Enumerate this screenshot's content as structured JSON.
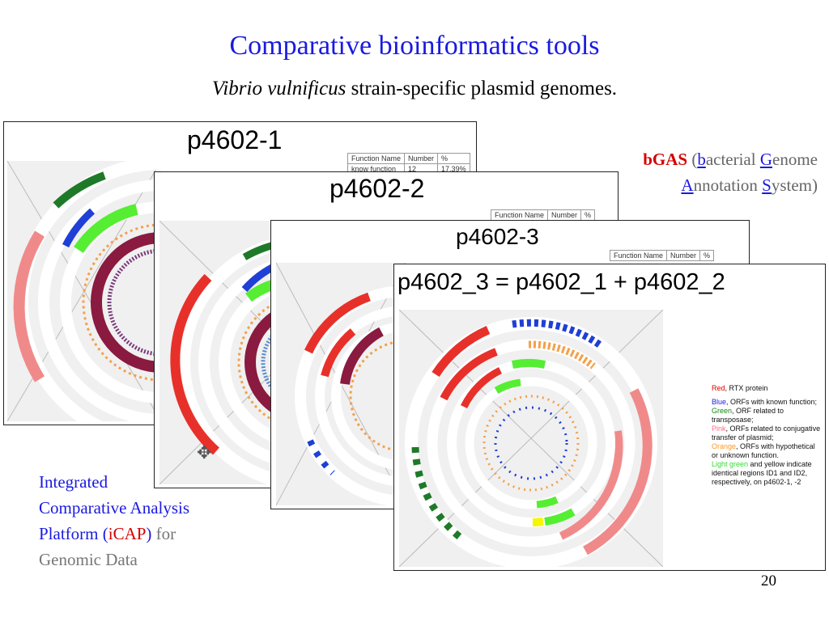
{
  "title": "Comparative bioinformatics tools",
  "subtitle": {
    "species": "Vibrio vulnificus",
    "rest": " strain-specific plasmid genomes."
  },
  "bgas": {
    "abbr": "bGAS",
    "open_paren": " (",
    "b": "b",
    "acterial": "acterial ",
    "g": "G",
    "enome": "enome",
    "a": "A",
    "nnotation": "nnotation ",
    "s": "S",
    "ystem": "ystem)"
  },
  "icap": {
    "line1": "Integrated",
    "line2": "Comparative Analysis",
    "line3_a": "Platform (",
    "line3_abbr": "iCAP",
    "line3_b": ")",
    "line3_c": " for",
    "line4": "Genomic Data"
  },
  "panels": [
    {
      "title": "p4602-1",
      "table": {
        "headers": [
          "Function Name",
          "Number",
          "%"
        ],
        "rows": [
          [
            "know function",
            "12",
            "17.39%"
          ]
        ]
      }
    },
    {
      "title": "p4602-2",
      "table": {
        "headers": [
          "Function Name",
          "Number",
          "%"
        ]
      }
    },
    {
      "title": "p4602-3",
      "table": {
        "headers": [
          "Function Name",
          "Number",
          "%"
        ]
      }
    },
    {
      "title": "p4602_3 = p4602_1 + p4602_2"
    }
  ],
  "legend": {
    "red_key": "Red",
    "red_text": ", RTX protein",
    "blue_key": "Blue",
    "blue_text": ",  ORFs  with known function;",
    "green_key": "Green",
    "green_text": ", ORF related to transposase;",
    "pink_key": "Pink",
    "pink_text": ", ORFs related to conjugative transfer of plasmid;",
    "orange_key": "Orange",
    "orange_text": ", ORFs with hypothetical or unknown function.",
    "lgreen_key": "Light green",
    "lgreen_text": " and yellow indicate identical regions ID1 and ID2, respectively, on p4602-1, -2"
  },
  "page_number": "20",
  "colors": {
    "title_blue": "#1a1adf",
    "accent_red": "#d40000",
    "rtx_red": "#e8302a",
    "pink": "#f08a8a",
    "blue": "#1f3fd6",
    "green": "#1e7a28",
    "light_green": "#55ee33",
    "orange": "#f4a04a",
    "yellow": "#f6f600",
    "maroon": "#8a1a40"
  },
  "icons": [
    "move-cursor-icon"
  ]
}
